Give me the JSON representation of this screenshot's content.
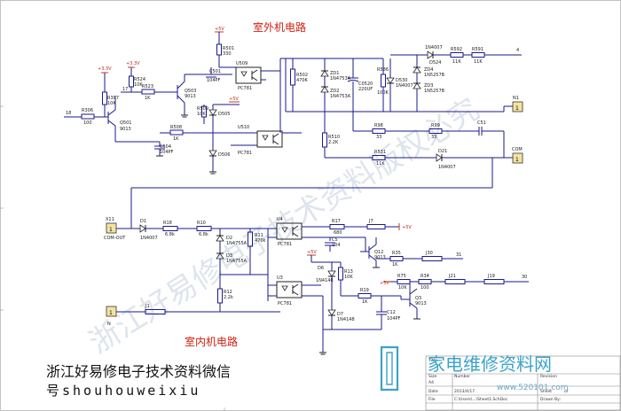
{
  "titles": {
    "outdoor": "室外机电路",
    "indoor": "室内机电路"
  },
  "watermark": {
    "line1": "浙江好易修电子技术资料微信",
    "line2": "号shouhouweixiu",
    "diagonal": "浙江好易修电子技术资料版权必究",
    "site_logo": "家电维修资料网",
    "site_url": "www.520101.com"
  },
  "connectors": {
    "N1": "N1",
    "COM": "COM",
    "X11": "X11",
    "N": "N"
  },
  "labels": {
    "r306": "R306",
    "r306v": "100",
    "n18": "18",
    "r307": "R307",
    "r307v": "10K",
    "v33a": "+3.3V",
    "v33b": "+3.3V",
    "v5a": "+5V",
    "v5b": "+5V",
    "v5c": "+5V",
    "q501": "Q501",
    "q501v": "9013",
    "r524": "R524",
    "r524v": "10K",
    "r523": "R523",
    "r523v": "1K",
    "n17": "17",
    "q503": "Q503",
    "q503v": "9013",
    "c504": "C504",
    "c504v": "104PF",
    "r508": "R508",
    "r508v": "1K",
    "r501": "R501",
    "r501v": "330",
    "c501": "C501",
    "c501v": "104PF",
    "u509": "U509",
    "pc781a": "PC781",
    "r509": "R509",
    "r509v": "10K",
    "d505": "D505",
    "d506": "D506",
    "u510": "U510",
    "pc781b": "PC781",
    "r502": "R502",
    "r502v": "470K",
    "zd1": "ZD1",
    "zd1v": "1N4753A",
    "zd2": "ZD2",
    "zd2v": "1N4753A",
    "c0520": "C0520",
    "c0520v": "220UF",
    "r586": "R586",
    "r586v": "100K",
    "d530": "D530",
    "d530v": "1N4007",
    "d524": "1N4007",
    "d524b": "D524",
    "zd4": "ZD4",
    "zd4v": "1N5257B",
    "zd3": "ZD3",
    "zd3v": "1N5257B",
    "r592": "R592",
    "r592v": "11K",
    "r591": "R591",
    "r591v": "11K",
    "n4": "4",
    "r510": "R510",
    "r510v": "2.2K",
    "r98": "R98",
    "r98v": "33",
    "r99": "R99",
    "r99v": "33",
    "c51": "C51",
    "r531": "R531",
    "r531v": "11K",
    "d21": "D21",
    "d21v": "1N4007",
    "d1": "D1",
    "d1v": "1N4007",
    "comout": "COM-OUT",
    "r18": "R18",
    "r18v": "6.8k",
    "r10": "R10",
    "r10v": "6.8k",
    "d2": "D2",
    "d2v": "1N4755A",
    "d3": "D3",
    "d3v": "1N4755A",
    "r11": "R11",
    "r11v": "470k",
    "r12": "R12",
    "r12v": "2.2k",
    "u4": "U4",
    "pc781c": "PC781",
    "r17": "R17",
    "r17v": "680",
    "j7": "J7",
    "c5": "C5",
    "c5v": "104",
    "q12": "Q12",
    "q12v": "9013",
    "r35": "R35",
    "r35v": "1K",
    "j30": "J30",
    "n31": "31",
    "u3": "U3",
    "pc781d": "PC781",
    "d6": "D6",
    "d6v": "1N4148",
    "r13": "R13",
    "r13v": "10K",
    "r75": "R75",
    "r75v": "10K",
    "r34": "R34",
    "r34v": "100",
    "j21": "J21",
    "j19": "J19",
    "n30": "30",
    "q3": "Q3",
    "q3v": "9013",
    "r19": "R19",
    "r19v": "1K",
    "d7": "D7",
    "d7v": "1N4148",
    "c12": "C12",
    "c12v": "104PF",
    "j1": "J1"
  },
  "title_block": {
    "title_label": "Title",
    "size_label": "Size",
    "size_value": "A4",
    "number_label": "Number",
    "revision_label": "Revision",
    "date_label": "Date",
    "date_value": "2013/4/17",
    "sheet_label": "Sheet",
    "sheet_of": "of",
    "file_label": "File",
    "file_value": "C:\\Users\\...\\Sheet1.SchDoc",
    "drawn_label": "Drawn By:"
  }
}
